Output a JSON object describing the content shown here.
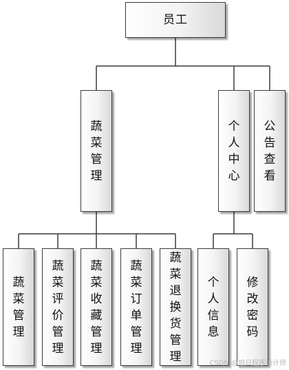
{
  "root": {
    "label": "员工"
  },
  "modules": {
    "vegetable": {
      "label": "蔬菜管理"
    },
    "personal": {
      "label": "个人中心"
    },
    "notice": {
      "label": "公告查看"
    }
  },
  "vegetable_children": [
    {
      "label": "蔬菜管理"
    },
    {
      "label": "蔬菜评价管理"
    },
    {
      "label": "蔬菜收藏管理"
    },
    {
      "label": "蔬菜订单管理"
    },
    {
      "label": "蔬菜退换货管理"
    }
  ],
  "personal_children": [
    {
      "label": "个人信息"
    },
    {
      "label": "修改密码"
    }
  ],
  "watermark": "CSDN @旭日程序设计师"
}
